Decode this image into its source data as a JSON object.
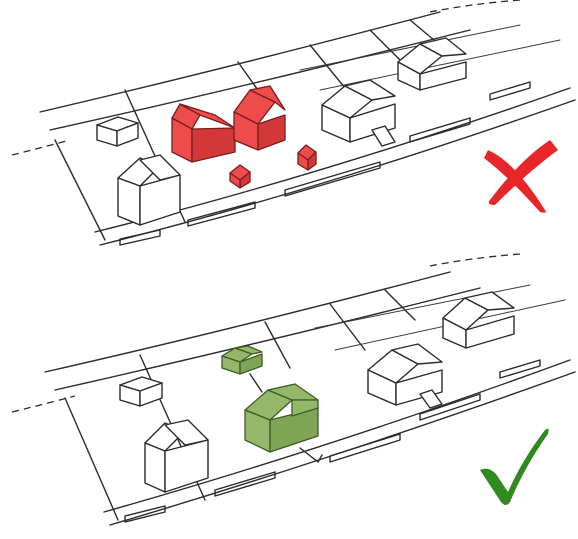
{
  "panels": [
    {
      "id": "top",
      "verdict": "incorrect",
      "verdict_icon": "red-cross-icon",
      "highlight_color": "#ee4b4b"
    },
    {
      "id": "bottom",
      "verdict": "correct",
      "verdict_icon": "green-checkmark-icon",
      "highlight_color": "#93b86a"
    }
  ],
  "colors": {
    "cross": "#e8262a",
    "check": "#2f8a1f",
    "ink": "#2b2b2b"
  }
}
